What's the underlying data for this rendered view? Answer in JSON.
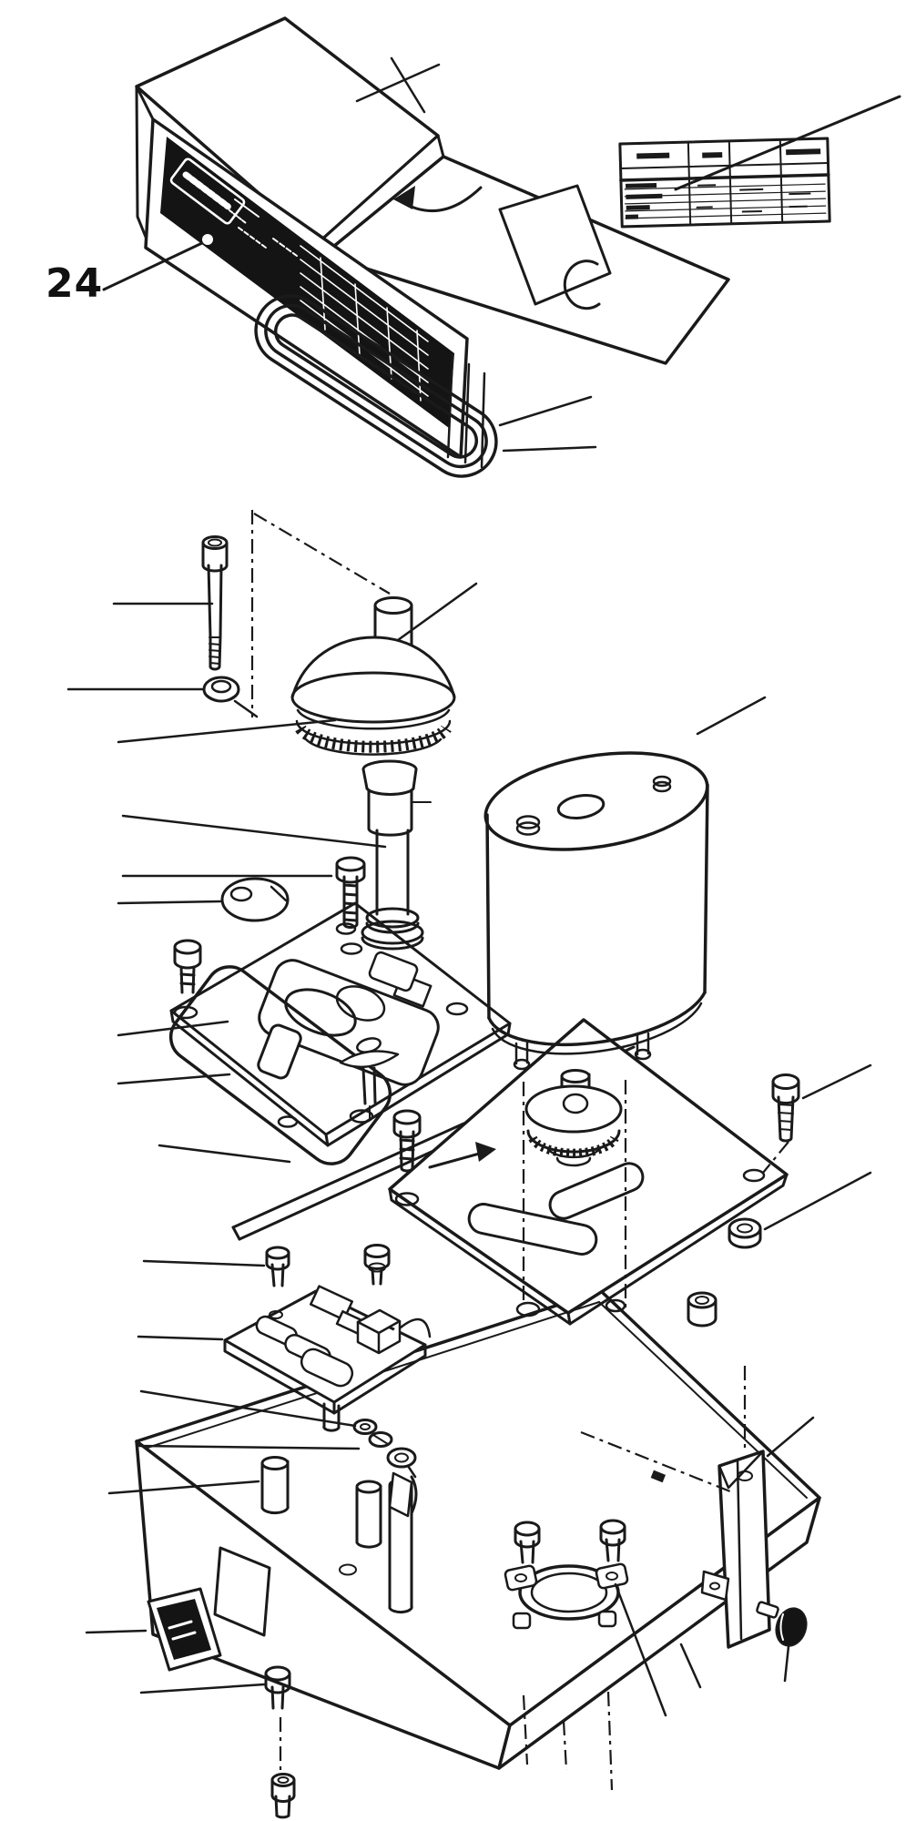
{
  "figure": {
    "kind": "exploded-parts-diagram",
    "description": "Scanned black-and-white exploded view of a laboratory stirrer/pump drive unit",
    "colors": {
      "background": "#ffffff",
      "ink": "#1a1a1a",
      "panel": "#141414"
    }
  },
  "callout": {
    "part_number": "24"
  },
  "spec_label": {
    "style": "table",
    "rows": 5,
    "columns": 4,
    "text_legible": false
  },
  "parts": [
    "top-cover",
    "front-label-panel",
    "brand-logo-plate",
    "spec-label-table",
    "end-cap-handle",
    "drive-belt",
    "socket-head-bolt",
    "flat-washer",
    "drive-pulley",
    "pulley-shaft-column",
    "hex-screw",
    "motor",
    "motor-coupling",
    "mounting-plate-left",
    "clamp-bracket",
    "gasket",
    "wing-bolt",
    "hex-bolt",
    "cam-disc",
    "slotted-mounting-plate",
    "circuit-board",
    "board-screws",
    "washer-stack",
    "ring-terminal",
    "support-rail",
    "base-housing",
    "rocker-switch",
    "rubber-foot",
    "support-post",
    "pipe-clamp",
    "clamp-bolts",
    "side-bracket",
    "thumbscrew",
    "base-bolt",
    "bottom-screw",
    "corner-bolt",
    "lock-nut",
    "bushing"
  ]
}
